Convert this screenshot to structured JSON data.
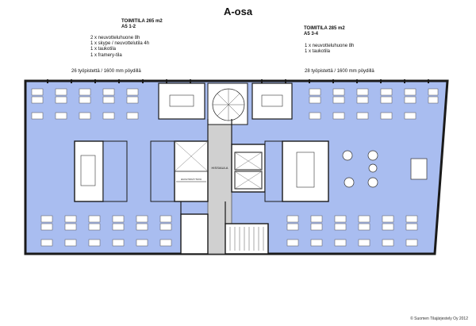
{
  "page_title": "A-osa",
  "left_space": {
    "heading": "TOIMITILA 265 m2",
    "sub": "A5 1-2",
    "items": [
      "2 x neuvotteluhuone 8h",
      "1 x skype / neuvottelutila 4h",
      "1 x taukotila",
      "1 x framery-tila"
    ],
    "seats": "26 työpistettä / 1600 mm pöydillä"
  },
  "right_space": {
    "heading": "TOIMITILA 285 m2",
    "sub": "A5 3-4",
    "items": [
      "1 x neuvotteluhuone 8h",
      "1 x taukotila"
    ],
    "seats": "28 työpistettä / 1600 mm pöydillä"
  },
  "plan_labels": {
    "elevator_hall": "HISSIAULA",
    "service_room": "HUOLTOKÄYTÄVÄ"
  },
  "copyright": "© Suomen Tilajärjestely Oy 2012",
  "colors": {
    "floor": "#a9bdf0",
    "core": "#d0d0d0",
    "wall": "#1a1a1a"
  }
}
